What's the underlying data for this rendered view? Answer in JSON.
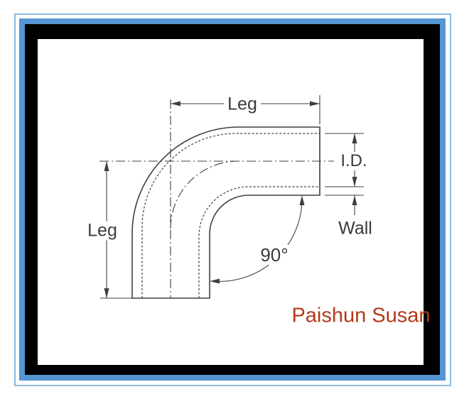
{
  "window": {
    "background_color": "#FFFFFF"
  },
  "frame": {
    "outer_thin_border_color": "#8ABAE1",
    "blue_band_color": "#5495D2",
    "black_border_color": "#000000"
  },
  "diagram": {
    "type": "technical-dimension-drawing",
    "subject": "90-degree elbow hose / pipe bend",
    "line_color": "#3F3F3F",
    "label_color": "#3A3A3A",
    "labels": {
      "leg_top": "Leg",
      "leg_left": "Leg",
      "inner_diameter": "I.D.",
      "wall": "Wall",
      "angle": "90°"
    }
  },
  "branding": {
    "name": "Paishun Susan",
    "color": "#B23A1B"
  }
}
